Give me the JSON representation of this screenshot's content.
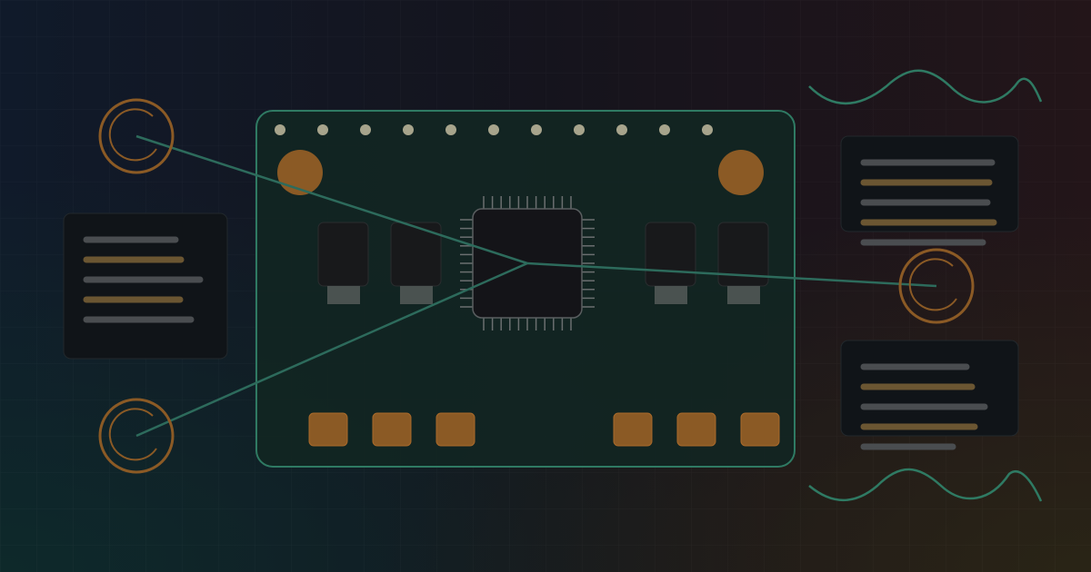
{
  "palette": {
    "accent_orange": "#8b5a25",
    "accent_orange_stroke": "#a8692a",
    "pcb_outline": "#2f7a63",
    "pcb_fill": "#122622",
    "trace_teal": "#2d6b5c",
    "wave_teal": "#2f7a63",
    "panel_fill": "#101418",
    "bar_gray": "#4a4d50",
    "bar_tan": "#6b5632",
    "pin_dot": "#a7a48c",
    "chip_fill": "#141418",
    "chip_edge": "#5a5e60"
  },
  "icons": {
    "header_dots": "circle",
    "mounting_holes": "filled-circle",
    "target_nodes": "concentric-ring"
  },
  "components": {
    "header_pin_count": 11,
    "mounting_hole_count": 2,
    "capacitor_count": 4,
    "chip_pins_per_side": 11,
    "bottom_pad_count": 6,
    "target_node_count": 3,
    "info_panel_count": 3
  }
}
